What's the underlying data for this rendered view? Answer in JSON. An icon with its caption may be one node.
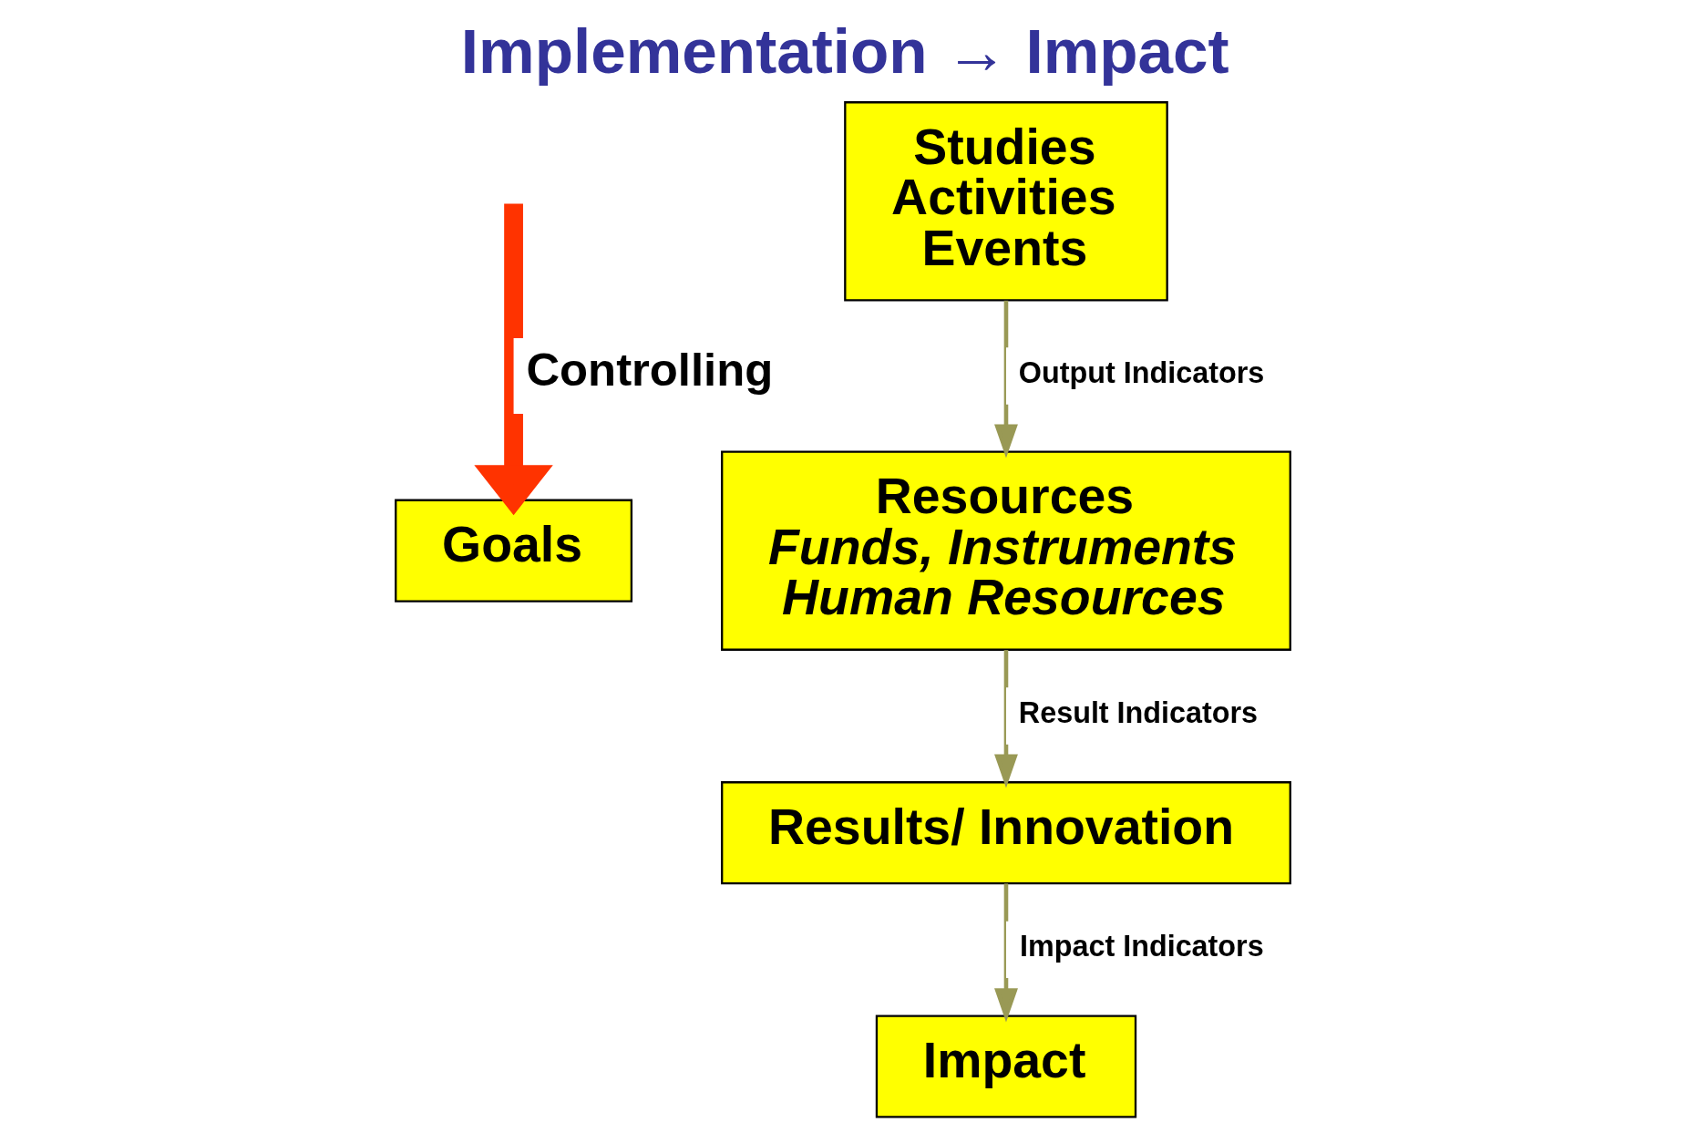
{
  "diagram": {
    "title": "Implementation → Impact",
    "nodes": [
      {
        "text": [
          "Goals"
        ]
      },
      {
        "text": [
          "Studies",
          "Activities",
          "Events"
        ]
      },
      {
        "text": [
          "Resources",
          "Funds, Instruments",
          "Human Resources"
        ]
      },
      {
        "text": [
          "Results/ Innovation"
        ]
      },
      {
        "text": [
          "Impact"
        ]
      }
    ],
    "edges": [
      {
        "from": 1,
        "to": 2,
        "arrow": "to",
        "label": "Output Indicators"
      },
      {
        "from": 2,
        "to": 3,
        "arrow": "to",
        "label": "Result Indicators"
      },
      {
        "from": 3,
        "to": 4,
        "arrow": "to",
        "label": "Impact Indicators"
      },
      {
        "from": null,
        "to": 0,
        "arrow": "to",
        "label": "Controlling",
        "style": "thick",
        "color": "#ff3300"
      }
    ]
  }
}
